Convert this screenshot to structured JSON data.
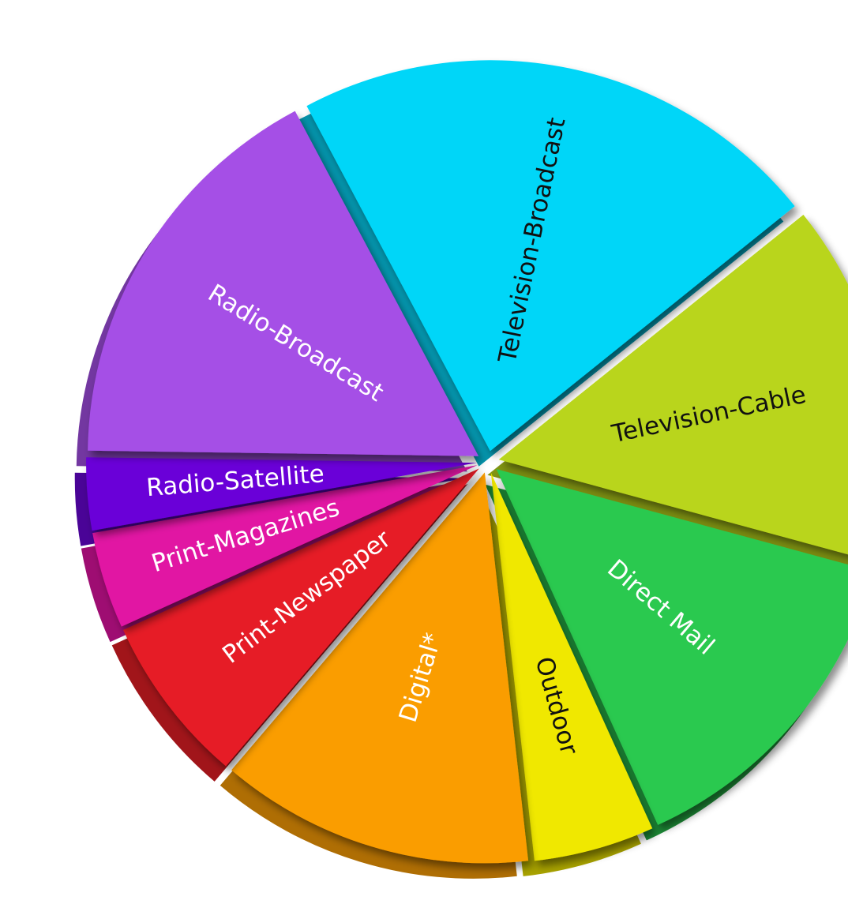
{
  "chart_data": {
    "type": "pie",
    "title": "",
    "categories": [
      "Television-Broadcast",
      "Television-Cable",
      "Direct Mail",
      "Outdoor",
      "Digital*",
      "Print-Newspaper",
      "Print-Magazines",
      "Radio-Satellite",
      "Radio-Broadcast"
    ],
    "values": [
      22,
      15,
      14,
      5,
      13,
      7,
      4,
      3,
      17
    ],
    "colors": [
      "#06d6f8",
      "#b9d51a",
      "#29c94f",
      "#f0e800",
      "#fa9d05",
      "#e61e25",
      "#e112a3",
      "#6a05d8",
      "#a54fe6"
    ],
    "label_colors": [
      "#111111",
      "#111111",
      "#ffffff",
      "#111111",
      "#ffffff",
      "#ffffff",
      "#ffffff",
      "#ffffff",
      "#ffffff"
    ],
    "legend": "none",
    "grid": false
  }
}
